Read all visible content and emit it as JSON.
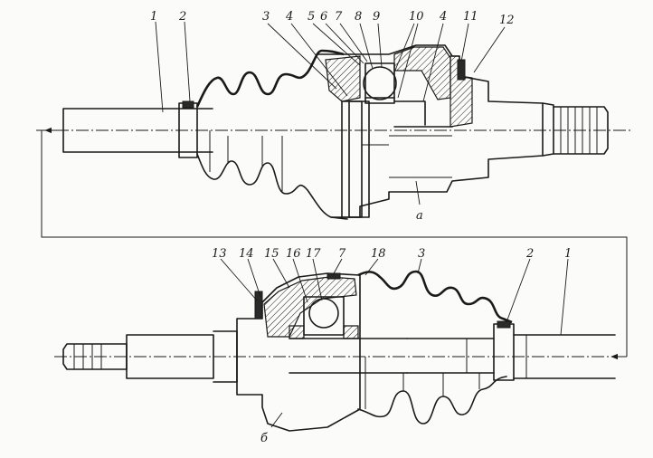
{
  "figure": {
    "view_a": {
      "letter": "а",
      "labels": [
        "1",
        "2",
        "3",
        "4",
        "5",
        "6",
        "7",
        "8",
        "9",
        "10",
        "4",
        "11",
        "12"
      ]
    },
    "view_b": {
      "letter": "б",
      "labels": [
        "13",
        "14",
        "15",
        "16",
        "17",
        "7",
        "18",
        "3",
        "2",
        "1"
      ]
    }
  }
}
